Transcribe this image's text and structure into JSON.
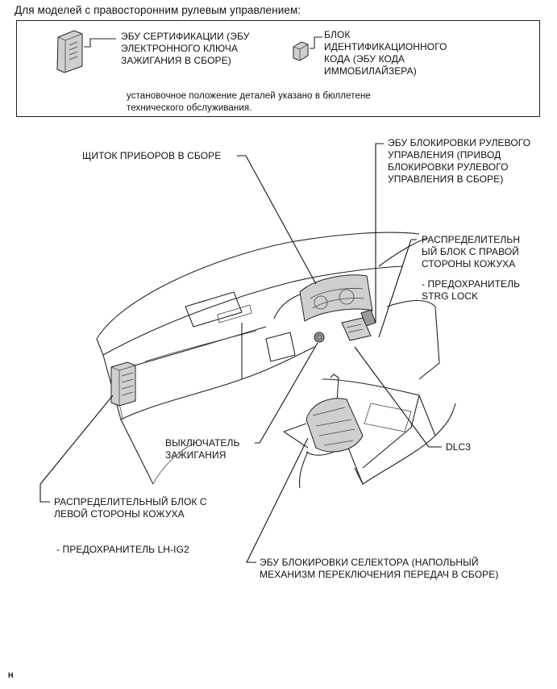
{
  "header": {
    "title": "Для моделей с правосторонним рулевым управлением:"
  },
  "legend_box": {
    "item_ecu": "ЭБУ СЕРТИФИКАЦИИ (ЭБУ\nЭЛЕКТРОННОГО КЛЮЧА\nЗАЖИГАНИЯ В СБОРЕ)",
    "item_code_block": "БЛОК\nИДЕНТИФИКАЦИОННОГО\nКОДА (ЭБУ КОДА\nИММОБИЛАЙЗЕРА)",
    "note": "установочное положение деталей указано в бюллетене\nтехнического обслуживания."
  },
  "labels": {
    "instrument_cluster": "ЩИТОК ПРИБОРОВ В СБОРЕ",
    "steering_lock_ecu": "ЭБУ БЛОКИРОВКИ РУЛЕВОГО\nУПРАВЛЕНИЯ (ПРИВОД\nБЛОКИРОВКИ РУЛЕВОГО\nУПРАВЛЕНИЯ В СБОРЕ)",
    "right_junction_block": "РАСПРЕДЕЛИТЕЛЬН\nЫЙ БЛОК С ПРАВОЙ\nСТОРОНЫ КОЖУХА",
    "right_fuse": "- ПРЕДОХРАНИТЕЛЬ\nSTRG LOCK",
    "ignition_switch": "ВЫКЛЮЧАТЕЛЬ\nЗАЖИГАНИЯ",
    "dlc3": "DLC3",
    "left_junction_block": "РАСПРЕДЕЛИТЕЛЬНЫЙ БЛОК С\nЛЕВОЙ СТОРОНЫ КОЖУХА",
    "left_fuse": "- ПРЕДОХРАНИТЕЛЬ LH-IG2",
    "shift_lock_ecu": "ЭБУ БЛОКИРОВКИ СЕЛЕКТОРА (НАПОЛЬНЫЙ\nМЕХАНИЗМ ПЕРЕКЛЮЧЕНИЯ ПЕРЕДАЧ В СБОРЕ)"
  },
  "footer": {
    "code": "H"
  }
}
